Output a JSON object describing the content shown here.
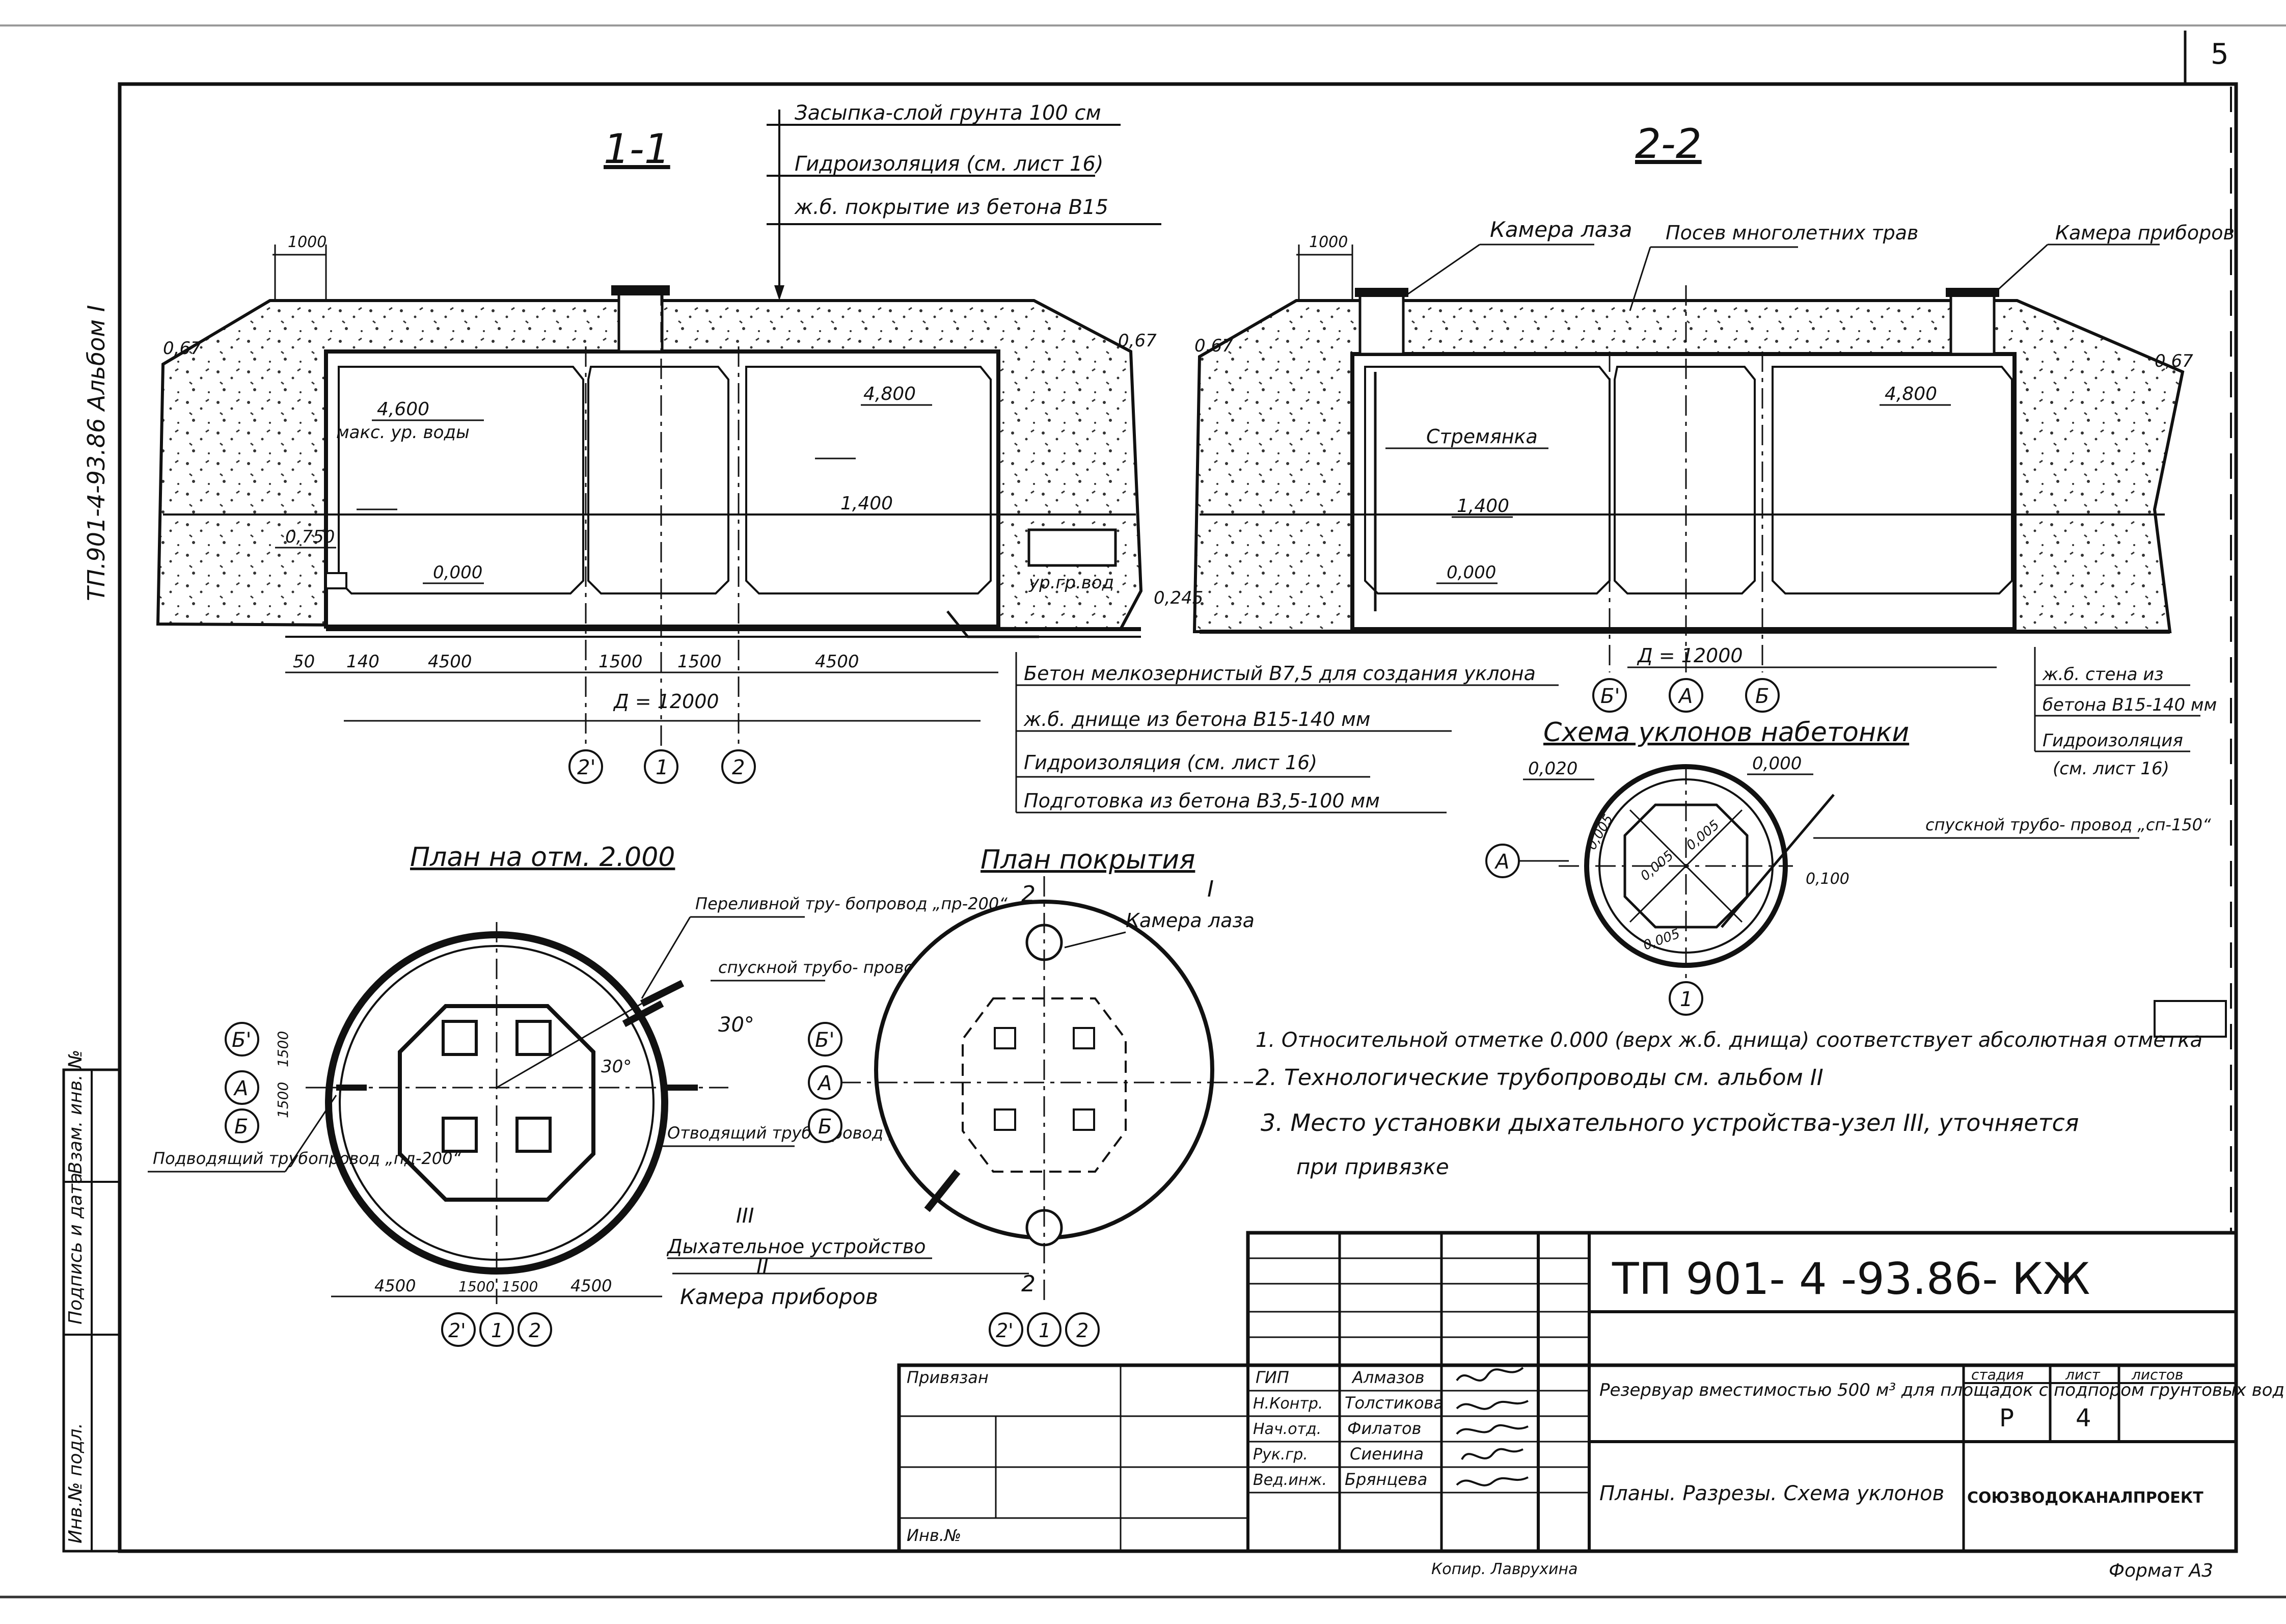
{
  "sheet_number": "5",
  "side_code": "ТП.901-4-93.86   Альбом I",
  "section_1": {
    "title": "1-1",
    "callouts": [
      "Засыпка-слой грунта 100 см",
      "Гидроизоляция (см. лист 16)",
      "ж.б. покрытие из бетона В15"
    ],
    "level_max": "4,600",
    "level_max_label": "макс. ур. воды",
    "level_top": "4,800",
    "level_1400": "1,400",
    "level_0750": "0,750",
    "level_0000": "0,000",
    "level_gw": "ур.гр.вод",
    "level_0245": "0,245",
    "slope_left": "0,67",
    "slope_right": "0,67",
    "dim_top": "1000",
    "dims": [
      "50",
      "140",
      "4500",
      "1500",
      "1500",
      "4500"
    ],
    "diameter": "Д = 12000",
    "axes": [
      "2'",
      "1",
      "2"
    ],
    "callouts_bottom": [
      "Бетон мелкозернистый В7,5 для создания уклона",
      "ж.б. днище из бетона В15-140 мм",
      "Гидроизоляция (см. лист 16)",
      "Подготовка из бетона В3,5-100 мм"
    ]
  },
  "section_2": {
    "title": "2-2",
    "label_cam_laz": "Камера лаза",
    "label_grass": "Посев многолетних трав",
    "label_cam_pr": "Камера приборов",
    "label_ladder": "Стремянка",
    "level_top": "4,800",
    "level_1400": "1,400",
    "level_0000": "0,000",
    "slope_left": "0,67",
    "slope_right": "0,67",
    "dim_top": "1000",
    "diameter": "Д = 12000",
    "axes": [
      "Б'",
      "А",
      "Б"
    ],
    "callouts_right": [
      "ж.б. стена из",
      "бетона В15-140 мм",
      "Гидроизоляция",
      "(см. лист 16)"
    ]
  },
  "slope_scheme": {
    "title": "Схема уклонов набетонки",
    "values": [
      "0,020",
      "0,000",
      "0,005",
      "0,005",
      "0,005",
      "0,100",
      "0,005"
    ],
    "axis_left": "А",
    "axis_bottom": "1",
    "pipe_label": "спускной трубо- провод „сп-150“"
  },
  "plan_2000": {
    "title": "План на отм. 2.000",
    "labels": [
      "Переливной тру- бопровод „пр-200“",
      "спускной трубо- провод „сп-150“",
      "30°",
      "30°",
      "Отводящий трубопровод „от-300“",
      "Подводящий трубопровод „пд-200“"
    ],
    "axes_left": [
      "Б'",
      "А",
      "Б"
    ],
    "dims_left": [
      "1500",
      "1500"
    ],
    "dims_bottom": [
      "4500",
      "1500",
      "1500",
      "4500"
    ],
    "axes_bottom": [
      "2'",
      "1",
      "2"
    ]
  },
  "plan_roof": {
    "title": "План покрытия",
    "marks": [
      "2",
      "I",
      "2"
    ],
    "labels": [
      "Камера лаза",
      "Дыхательное устройство",
      "Камера приборов"
    ],
    "roman_iii": "III",
    "roman_ii": "II",
    "axes_left": [
      "Б'",
      "А",
      "Б"
    ],
    "axes_bottom": [
      "2'",
      "1",
      "2"
    ]
  },
  "notes": [
    "1. Относительной отметке 0.000 (верх ж.б. днища) соответствует абсолютная отметка",
    "2. Технологические трубопроводы см. альбом II",
    "3. Место установки дыхательного устройства-узел III, уточняется",
    "при привязке"
  ],
  "title_block": {
    "code": "ТП 901- 4 -93.86- КЖ",
    "description": "Резервуар вместимостью 500 м³ для площадок с подпором грунтовых вод",
    "sheet_title": "Планы. Разрезы. Схема уклонов",
    "org": "СОЮЗВОДОКАНАЛПРОЕКТ",
    "stage_head": "стадия",
    "sheet_head": "лист",
    "sheets_head": "листов",
    "stage": "Р",
    "sheet": "4",
    "roles": [
      "ГИП",
      "Н.Контр.",
      "Нач.отд.",
      "Рук.гр.",
      "Вед.инж."
    ],
    "names": [
      "Алмазов",
      "Толстикова",
      "Филатов",
      "Сиенина",
      "Брянцева"
    ],
    "privyazan": "Привязан",
    "inv": "Инв.№"
  },
  "left_stamp": [
    "Инв.№ подл.",
    "Подпись и дата",
    "Взам. инв. №"
  ],
  "footer_copy": "Копир. Лаврухина",
  "format": "Формат А3"
}
